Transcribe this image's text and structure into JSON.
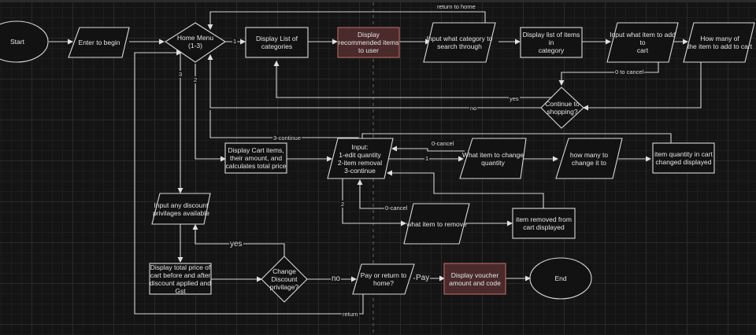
{
  "diagram": {
    "type": "flowchart",
    "theme": {
      "background": "#141414",
      "stroke": "#d9d9d9",
      "node_fill": "#121212",
      "highlight_fill": "#4a2a2a",
      "highlight_stroke": "#b86b66",
      "text": "#e6e6e6"
    },
    "nodes": {
      "start": {
        "shape": "ellipse",
        "label": "Start"
      },
      "enter_to_begin": {
        "shape": "parallelogram",
        "label": "Enter to begin"
      },
      "home_menu": {
        "shape": "diamond",
        "label": "Home Menu\n(1-3)"
      },
      "display_categories": {
        "shape": "rectangle",
        "label": "Display List of\ncategories"
      },
      "display_recommended": {
        "shape": "rectangle",
        "highlight": true,
        "label": "Display\nrecommended items\nto user"
      },
      "input_category": {
        "shape": "parallelogram",
        "label": "Input what category to\nsearch through"
      },
      "display_items": {
        "shape": "rectangle",
        "label": "Display list of items in\ncategory"
      },
      "input_item": {
        "shape": "parallelogram",
        "label": "Input what item to add to\ncart"
      },
      "how_many_add": {
        "shape": "parallelogram",
        "label": "How many of\nthe item to add to cart"
      },
      "continue_shopping": {
        "shape": "diamond",
        "label": "Continue to\nshopping?"
      },
      "display_cart": {
        "shape": "rectangle",
        "label": "Display Cart items,\ntheir amount, and\ncalculates total price"
      },
      "cart_input": {
        "shape": "parallelogram",
        "label": "Input:\n1-edit quantity\n2-item removal\n3-continue"
      },
      "what_item_change": {
        "shape": "parallelogram",
        "label": "What item to change\nquantity"
      },
      "how_many_change": {
        "shape": "parallelogram",
        "label": "how many to\nchange it to"
      },
      "quantity_changed": {
        "shape": "rectangle",
        "label": "item quantity in cart\nchanged displayed"
      },
      "what_item_remove": {
        "shape": "parallelogram",
        "label": "what item to remove"
      },
      "item_removed": {
        "shape": "rectangle",
        "label": "item removed from\ncart displayed"
      },
      "input_discount": {
        "shape": "parallelogram",
        "label": "Input any discount\nprivilages available"
      },
      "display_total": {
        "shape": "rectangle",
        "label": "Display total price of\ncart before and after\ndiscount applied and\nGst"
      },
      "change_discount": {
        "shape": "diamond",
        "label": "Change\nDiscount\nprivilage?"
      },
      "pay_or_return": {
        "shape": "parallelogram",
        "label": "Pay or return to\nhome?"
      },
      "display_voucher": {
        "shape": "rectangle",
        "highlight": true,
        "label": "Display voucher\namount and code"
      },
      "end": {
        "shape": "ellipse",
        "label": "End"
      }
    },
    "edge_labels": {
      "return_to_home": "return to home",
      "menu_1": "1",
      "menu_2": "2",
      "menu_3": "3",
      "zero_to_cancel": "0 to cancel",
      "yes_continue": "yes",
      "no_continue": "no",
      "three_continue": "3-continue",
      "cancel_change": "0-cancel",
      "edit_1": "1",
      "remove_2": "2",
      "cancel_remove": "0-cancel",
      "yes_discount": "yes",
      "no_discount": "no",
      "pay": "Pay",
      "return": "return"
    },
    "edges": [
      {
        "from": "start",
        "to": "enter_to_begin"
      },
      {
        "from": "enter_to_begin",
        "to": "home_menu"
      },
      {
        "from": "home_menu",
        "to": "display_categories",
        "label": "1"
      },
      {
        "from": "display_categories",
        "to": "display_recommended"
      },
      {
        "from": "display_recommended",
        "to": "input_category"
      },
      {
        "from": "input_category",
        "to": "home_menu",
        "label": "return to home"
      },
      {
        "from": "input_category",
        "to": "display_items"
      },
      {
        "from": "display_items",
        "to": "input_item"
      },
      {
        "from": "input_item",
        "to": "how_many_add"
      },
      {
        "from": "input_item",
        "to": "continue_shopping",
        "label": "0 to cancel"
      },
      {
        "from": "how_many_add",
        "to": "continue_shopping"
      },
      {
        "from": "continue_shopping",
        "to": "display_categories",
        "label": "yes"
      },
      {
        "from": "continue_shopping",
        "to": "home_menu",
        "label": "no"
      },
      {
        "from": "home_menu",
        "to": "display_cart",
        "label": "2"
      },
      {
        "from": "display_cart",
        "to": "cart_input"
      },
      {
        "from": "cart_input",
        "to": "home_menu",
        "label": "3-continue"
      },
      {
        "from": "cart_input",
        "to": "what_item_change",
        "label": "1"
      },
      {
        "from": "what_item_change",
        "to": "cart_input",
        "label": "0-cancel"
      },
      {
        "from": "what_item_change",
        "to": "how_many_change"
      },
      {
        "from": "how_many_change",
        "to": "quantity_changed"
      },
      {
        "from": "quantity_changed",
        "to": "cart_input"
      },
      {
        "from": "cart_input",
        "to": "what_item_remove",
        "label": "2"
      },
      {
        "from": "what_item_remove",
        "to": "cart_input",
        "label": "0-cancel"
      },
      {
        "from": "what_item_remove",
        "to": "item_removed"
      },
      {
        "from": "item_removed",
        "to": "cart_input"
      },
      {
        "from": "home_menu",
        "to": "input_discount",
        "label": "3"
      },
      {
        "from": "input_discount",
        "to": "display_total"
      },
      {
        "from": "display_total",
        "to": "change_discount"
      },
      {
        "from": "change_discount",
        "to": "input_discount",
        "label": "yes"
      },
      {
        "from": "change_discount",
        "to": "pay_or_return",
        "label": "no"
      },
      {
        "from": "pay_or_return",
        "to": "display_voucher",
        "label": "Pay"
      },
      {
        "from": "pay_or_return",
        "to": "home_menu",
        "label": "return"
      },
      {
        "from": "display_voucher",
        "to": "end"
      }
    ]
  }
}
